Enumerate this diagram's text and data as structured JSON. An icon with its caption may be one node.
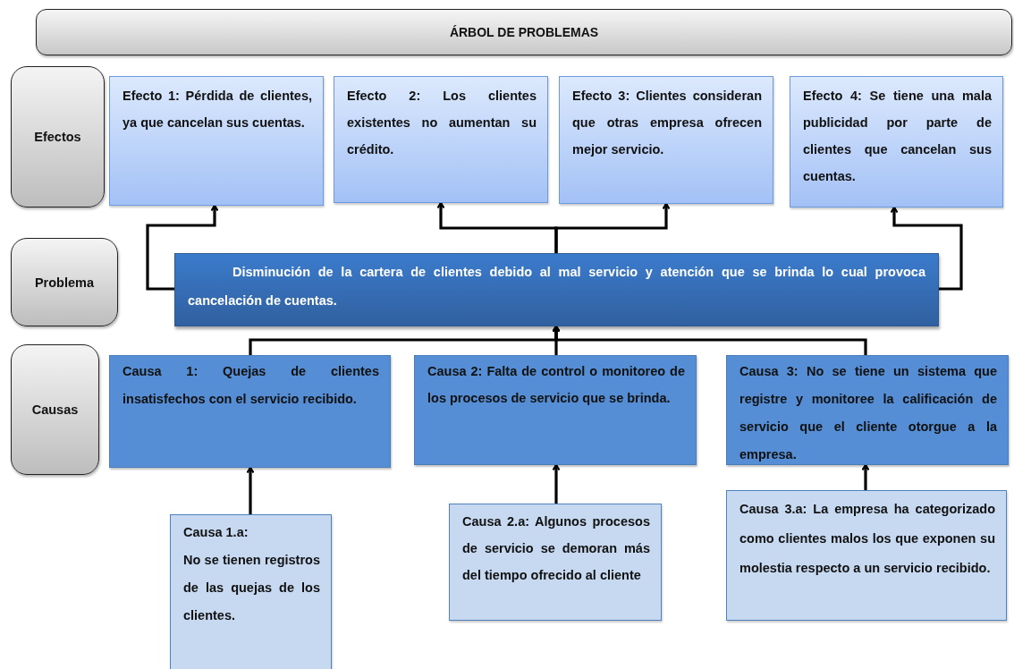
{
  "diagram": {
    "title": "ÁRBOL DE PROBLEMAS",
    "nodes": [
      {
        "text": [
          "Efectos"
        ]
      },
      {
        "text": [
          "Efecto 1: Pérdida de clientes, ya que cancelan sus cuentas."
        ]
      },
      {
        "text": [
          "Efecto 2: Los clientes existentes no aumentan su crédito."
        ]
      },
      {
        "text": [
          "Efecto 3: Clientes consideran que otras empresa ofrecen mejor servicio."
        ]
      },
      {
        "text": [
          "Efecto 4: Se tiene una mala publicidad por parte de clientes que cancelan sus cuentas."
        ]
      },
      {
        "text": [
          "Problema"
        ]
      },
      {
        "text": [
          "Disminución de la cartera de clientes debido al mal servicio y atención  que se brinda lo cual provoca cancelación de cuentas."
        ]
      },
      {
        "text": [
          "Causas"
        ]
      },
      {
        "text": [
          "Causa 1: Quejas de clientes insatisfechos con el servicio recibido."
        ]
      },
      {
        "text": [
          "Causa 2: Falta de control o monitoreo de los procesos de servicio que se brinda."
        ]
      },
      {
        "text": [
          "Causa 3: No se tiene un sistema que registre y monitoree la calificación de servicio que el cliente otorgue a la empresa."
        ]
      },
      {
        "text": [
          "Causa 1.a:",
          "No se tienen registros de las quejas de los clientes."
        ]
      },
      {
        "text": [
          "Causa 2.a: Algunos procesos de servicio se demoran más del tiempo ofrecido al cliente"
        ]
      },
      {
        "text": [
          "Causa 3.a: La empresa ha categorizado como clientes malos los que exponen su molestia respecto a un servicio recibido."
        ]
      }
    ],
    "edges": [
      {
        "from": 6,
        "to": 1,
        "arrow": "to"
      },
      {
        "from": 6,
        "to": 2,
        "arrow": "to"
      },
      {
        "from": 6,
        "to": 3,
        "arrow": "to"
      },
      {
        "from": 6,
        "to": 4,
        "arrow": "to"
      },
      {
        "from": 8,
        "to": 6,
        "arrow": "to"
      },
      {
        "from": 9,
        "to": 6,
        "arrow": "to"
      },
      {
        "from": 10,
        "to": 6,
        "arrow": "to"
      },
      {
        "from": 11,
        "to": 8,
        "arrow": "to"
      },
      {
        "from": 12,
        "to": 9,
        "arrow": "to"
      },
      {
        "from": 13,
        "to": 10,
        "arrow": "to"
      }
    ]
  }
}
